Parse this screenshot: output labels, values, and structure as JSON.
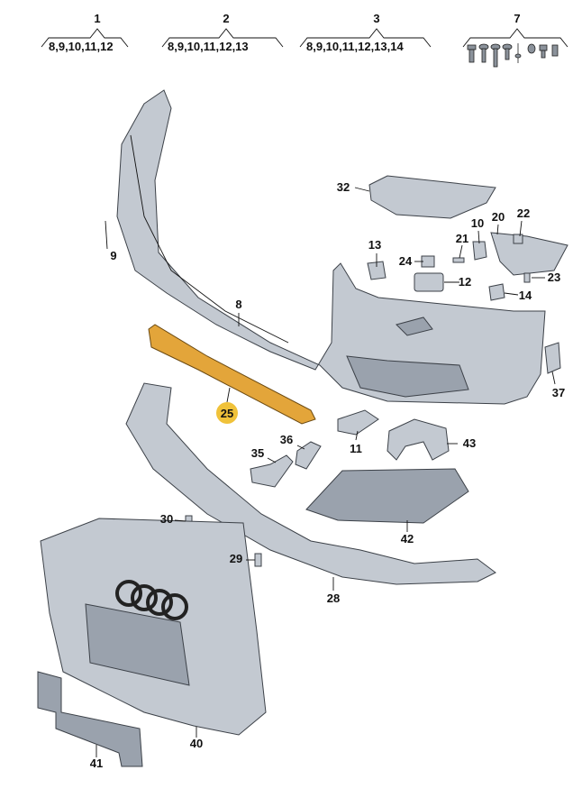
{
  "title": "Front bumper exploded parts diagram",
  "groups": [
    {
      "number": "1",
      "contents": "8,9,10,11,12"
    },
    {
      "number": "2",
      "contents": "8,9,10,11,12,13"
    },
    {
      "number": "3",
      "contents": "8,9,10,11,12,13,14"
    },
    {
      "number": "7",
      "contents": "fastener-set-icons"
    }
  ],
  "callouts": [
    "9",
    "8",
    "32",
    "13",
    "24",
    "12",
    "21",
    "10",
    "20",
    "22",
    "23",
    "14",
    "37",
    "11",
    "43",
    "36",
    "35",
    "25",
    "30",
    "29",
    "42",
    "28",
    "40",
    "41"
  ],
  "highlight": {
    "label": "25",
    "color": "#f0c23a",
    "part_color": "#e3a53a"
  }
}
